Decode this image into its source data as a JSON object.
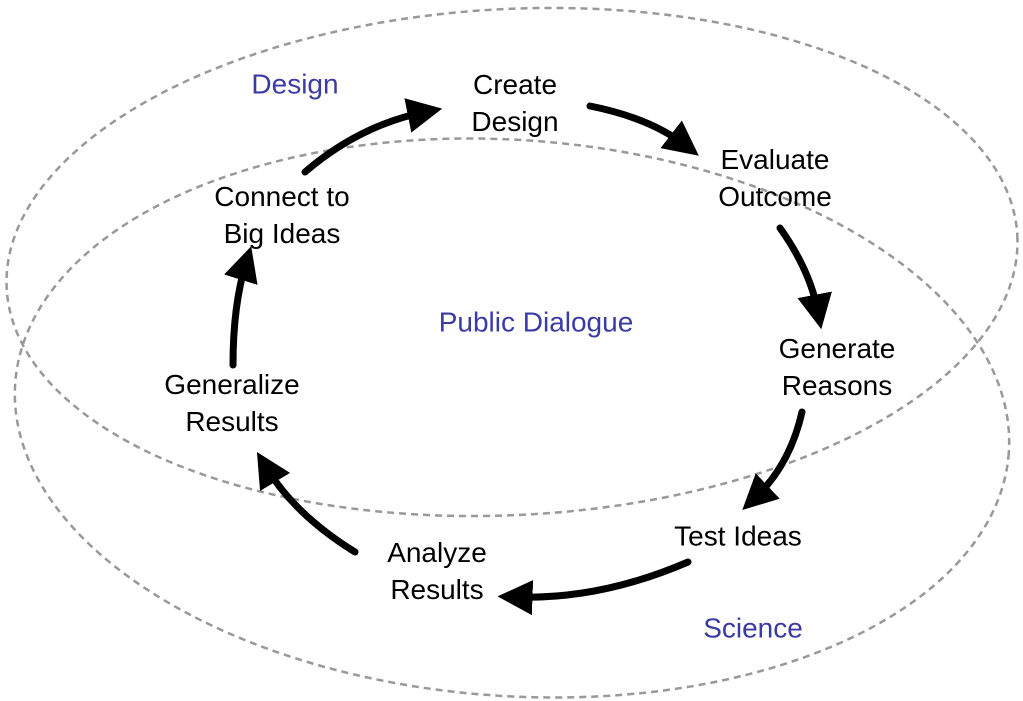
{
  "regions": {
    "design": "Design",
    "science": "Science",
    "overlap": "Public Dialogue"
  },
  "steps": [
    {
      "line1": "Create",
      "line2": "Design"
    },
    {
      "line1": "Evaluate",
      "line2": "Outcome"
    },
    {
      "line1": "Generate",
      "line2": "Reasons"
    },
    {
      "line1": "Test Ideas",
      "line2": ""
    },
    {
      "line1": "Analyze",
      "line2": "Results"
    },
    {
      "line1": "Generalize",
      "line2": "Results"
    },
    {
      "line1": "Connect to",
      "line2": "Big Ideas"
    }
  ],
  "colors": {
    "region_text": "#3b3ba6",
    "ellipse": "#999999",
    "arrow": "#000000"
  }
}
